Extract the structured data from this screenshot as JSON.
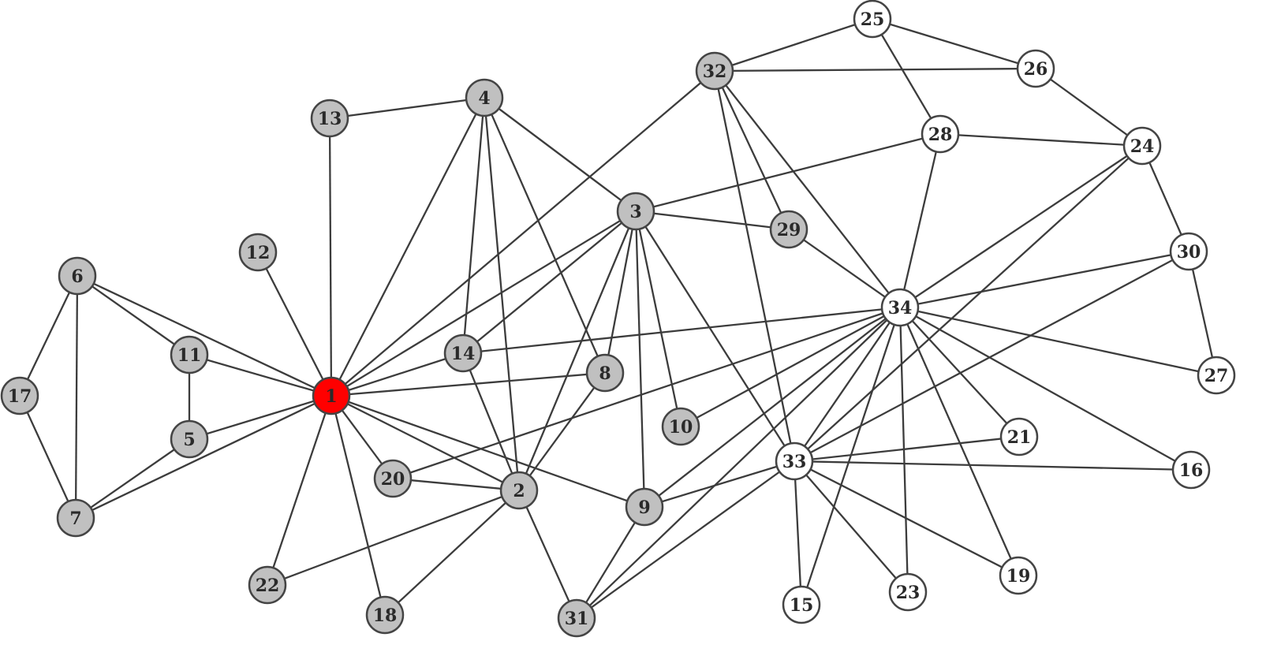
{
  "graph": {
    "colors": {
      "highlight": "#ff0000",
      "group_a": "#c0c0c0",
      "group_b": "#ffffff",
      "edge": "#3c3c3c",
      "outline": "#444444"
    },
    "nodes": [
      {
        "id": "1",
        "group": "highlight"
      },
      {
        "id": "2",
        "group": "group_a"
      },
      {
        "id": "3",
        "group": "group_a"
      },
      {
        "id": "4",
        "group": "group_a"
      },
      {
        "id": "5",
        "group": "group_a"
      },
      {
        "id": "6",
        "group": "group_a"
      },
      {
        "id": "7",
        "group": "group_a"
      },
      {
        "id": "8",
        "group": "group_a"
      },
      {
        "id": "9",
        "group": "group_a"
      },
      {
        "id": "10",
        "group": "group_a"
      },
      {
        "id": "11",
        "group": "group_a"
      },
      {
        "id": "12",
        "group": "group_a"
      },
      {
        "id": "13",
        "group": "group_a"
      },
      {
        "id": "14",
        "group": "group_a"
      },
      {
        "id": "15",
        "group": "group_b"
      },
      {
        "id": "16",
        "group": "group_b"
      },
      {
        "id": "17",
        "group": "group_a"
      },
      {
        "id": "18",
        "group": "group_a"
      },
      {
        "id": "19",
        "group": "group_b"
      },
      {
        "id": "20",
        "group": "group_a"
      },
      {
        "id": "21",
        "group": "group_b"
      },
      {
        "id": "22",
        "group": "group_a"
      },
      {
        "id": "23",
        "group": "group_b"
      },
      {
        "id": "24",
        "group": "group_b"
      },
      {
        "id": "25",
        "group": "group_b"
      },
      {
        "id": "26",
        "group": "group_b"
      },
      {
        "id": "27",
        "group": "group_b"
      },
      {
        "id": "28",
        "group": "group_b"
      },
      {
        "id": "29",
        "group": "group_a"
      },
      {
        "id": "30",
        "group": "group_b"
      },
      {
        "id": "31",
        "group": "group_a"
      },
      {
        "id": "32",
        "group": "group_a"
      },
      {
        "id": "33",
        "group": "group_b"
      },
      {
        "id": "34",
        "group": "group_b"
      }
    ],
    "edges": [
      [
        "1",
        "2"
      ],
      [
        "1",
        "3"
      ],
      [
        "1",
        "4"
      ],
      [
        "1",
        "5"
      ],
      [
        "1",
        "6"
      ],
      [
        "1",
        "7"
      ],
      [
        "1",
        "8"
      ],
      [
        "1",
        "9"
      ],
      [
        "1",
        "11"
      ],
      [
        "1",
        "12"
      ],
      [
        "1",
        "13"
      ],
      [
        "1",
        "14"
      ],
      [
        "1",
        "18"
      ],
      [
        "1",
        "20"
      ],
      [
        "1",
        "22"
      ],
      [
        "1",
        "32"
      ],
      [
        "2",
        "3"
      ],
      [
        "2",
        "4"
      ],
      [
        "2",
        "8"
      ],
      [
        "2",
        "14"
      ],
      [
        "2",
        "18"
      ],
      [
        "2",
        "20"
      ],
      [
        "2",
        "22"
      ],
      [
        "2",
        "31"
      ],
      [
        "3",
        "4"
      ],
      [
        "3",
        "8"
      ],
      [
        "3",
        "9"
      ],
      [
        "3",
        "10"
      ],
      [
        "3",
        "14"
      ],
      [
        "3",
        "28"
      ],
      [
        "3",
        "29"
      ],
      [
        "3",
        "33"
      ],
      [
        "4",
        "8"
      ],
      [
        "4",
        "13"
      ],
      [
        "4",
        "14"
      ],
      [
        "5",
        "7"
      ],
      [
        "5",
        "11"
      ],
      [
        "6",
        "7"
      ],
      [
        "6",
        "11"
      ],
      [
        "6",
        "17"
      ],
      [
        "7",
        "17"
      ],
      [
        "9",
        "31"
      ],
      [
        "9",
        "33"
      ],
      [
        "9",
        "34"
      ],
      [
        "10",
        "34"
      ],
      [
        "14",
        "34"
      ],
      [
        "15",
        "33"
      ],
      [
        "15",
        "34"
      ],
      [
        "16",
        "33"
      ],
      [
        "16",
        "34"
      ],
      [
        "19",
        "33"
      ],
      [
        "19",
        "34"
      ],
      [
        "20",
        "34"
      ],
      [
        "21",
        "33"
      ],
      [
        "21",
        "34"
      ],
      [
        "23",
        "33"
      ],
      [
        "23",
        "34"
      ],
      [
        "24",
        "26"
      ],
      [
        "24",
        "28"
      ],
      [
        "24",
        "30"
      ],
      [
        "24",
        "33"
      ],
      [
        "24",
        "34"
      ],
      [
        "25",
        "26"
      ],
      [
        "25",
        "28"
      ],
      [
        "25",
        "32"
      ],
      [
        "26",
        "32"
      ],
      [
        "27",
        "30"
      ],
      [
        "27",
        "34"
      ],
      [
        "28",
        "34"
      ],
      [
        "29",
        "32"
      ],
      [
        "29",
        "34"
      ],
      [
        "30",
        "33"
      ],
      [
        "30",
        "34"
      ],
      [
        "31",
        "33"
      ],
      [
        "31",
        "34"
      ],
      [
        "32",
        "33"
      ],
      [
        "32",
        "34"
      ],
      [
        "33",
        "34"
      ]
    ]
  }
}
